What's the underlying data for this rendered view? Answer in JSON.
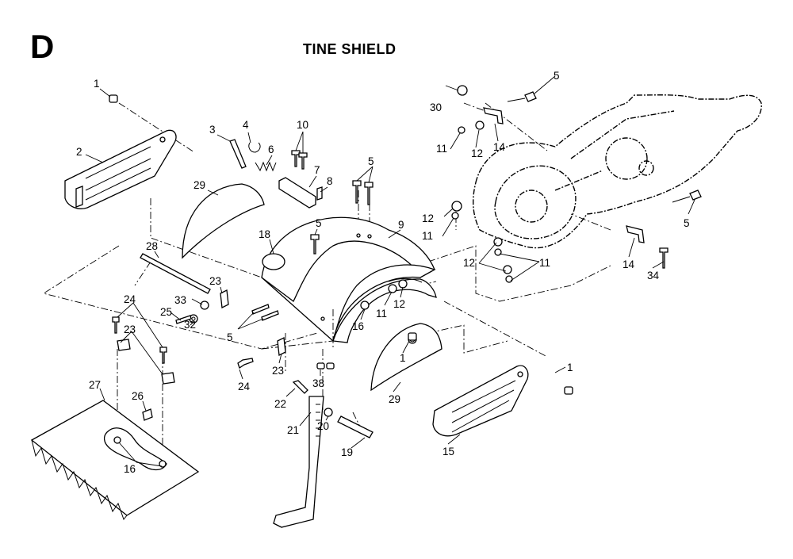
{
  "section": "D",
  "title": "TINE SHIELD",
  "callouts": {
    "c1a": "1",
    "c2": "2",
    "c3": "3",
    "c4": "4",
    "c10": "10",
    "c6": "6",
    "c7": "7",
    "c8": "8",
    "c29a": "29",
    "c5a": "5",
    "c5b": "5",
    "c9": "9",
    "c18": "18",
    "c28": "28",
    "c23a": "23",
    "c33": "33",
    "c25": "25",
    "c32": "32",
    "c24a": "24",
    "c23b": "23",
    "c5c": "5",
    "c30": "30",
    "c5d": "5",
    "c11a": "11",
    "c12a": "12",
    "c14a": "14",
    "c12b": "12",
    "c11b": "11",
    "c5e": "5",
    "c14b": "14",
    "c34": "34",
    "c12c": "12",
    "c11c": "11",
    "c11d": "11",
    "c12d": "12",
    "c16a": "16",
    "c1b": "1",
    "c29b": "29",
    "c1c": "1",
    "c15": "15",
    "c23c": "23",
    "c24b": "24",
    "c38": "38",
    "c22": "22",
    "c20": "20",
    "c21": "21",
    "c19": "19",
    "c27": "27",
    "c26": "26",
    "c16b": "16"
  }
}
